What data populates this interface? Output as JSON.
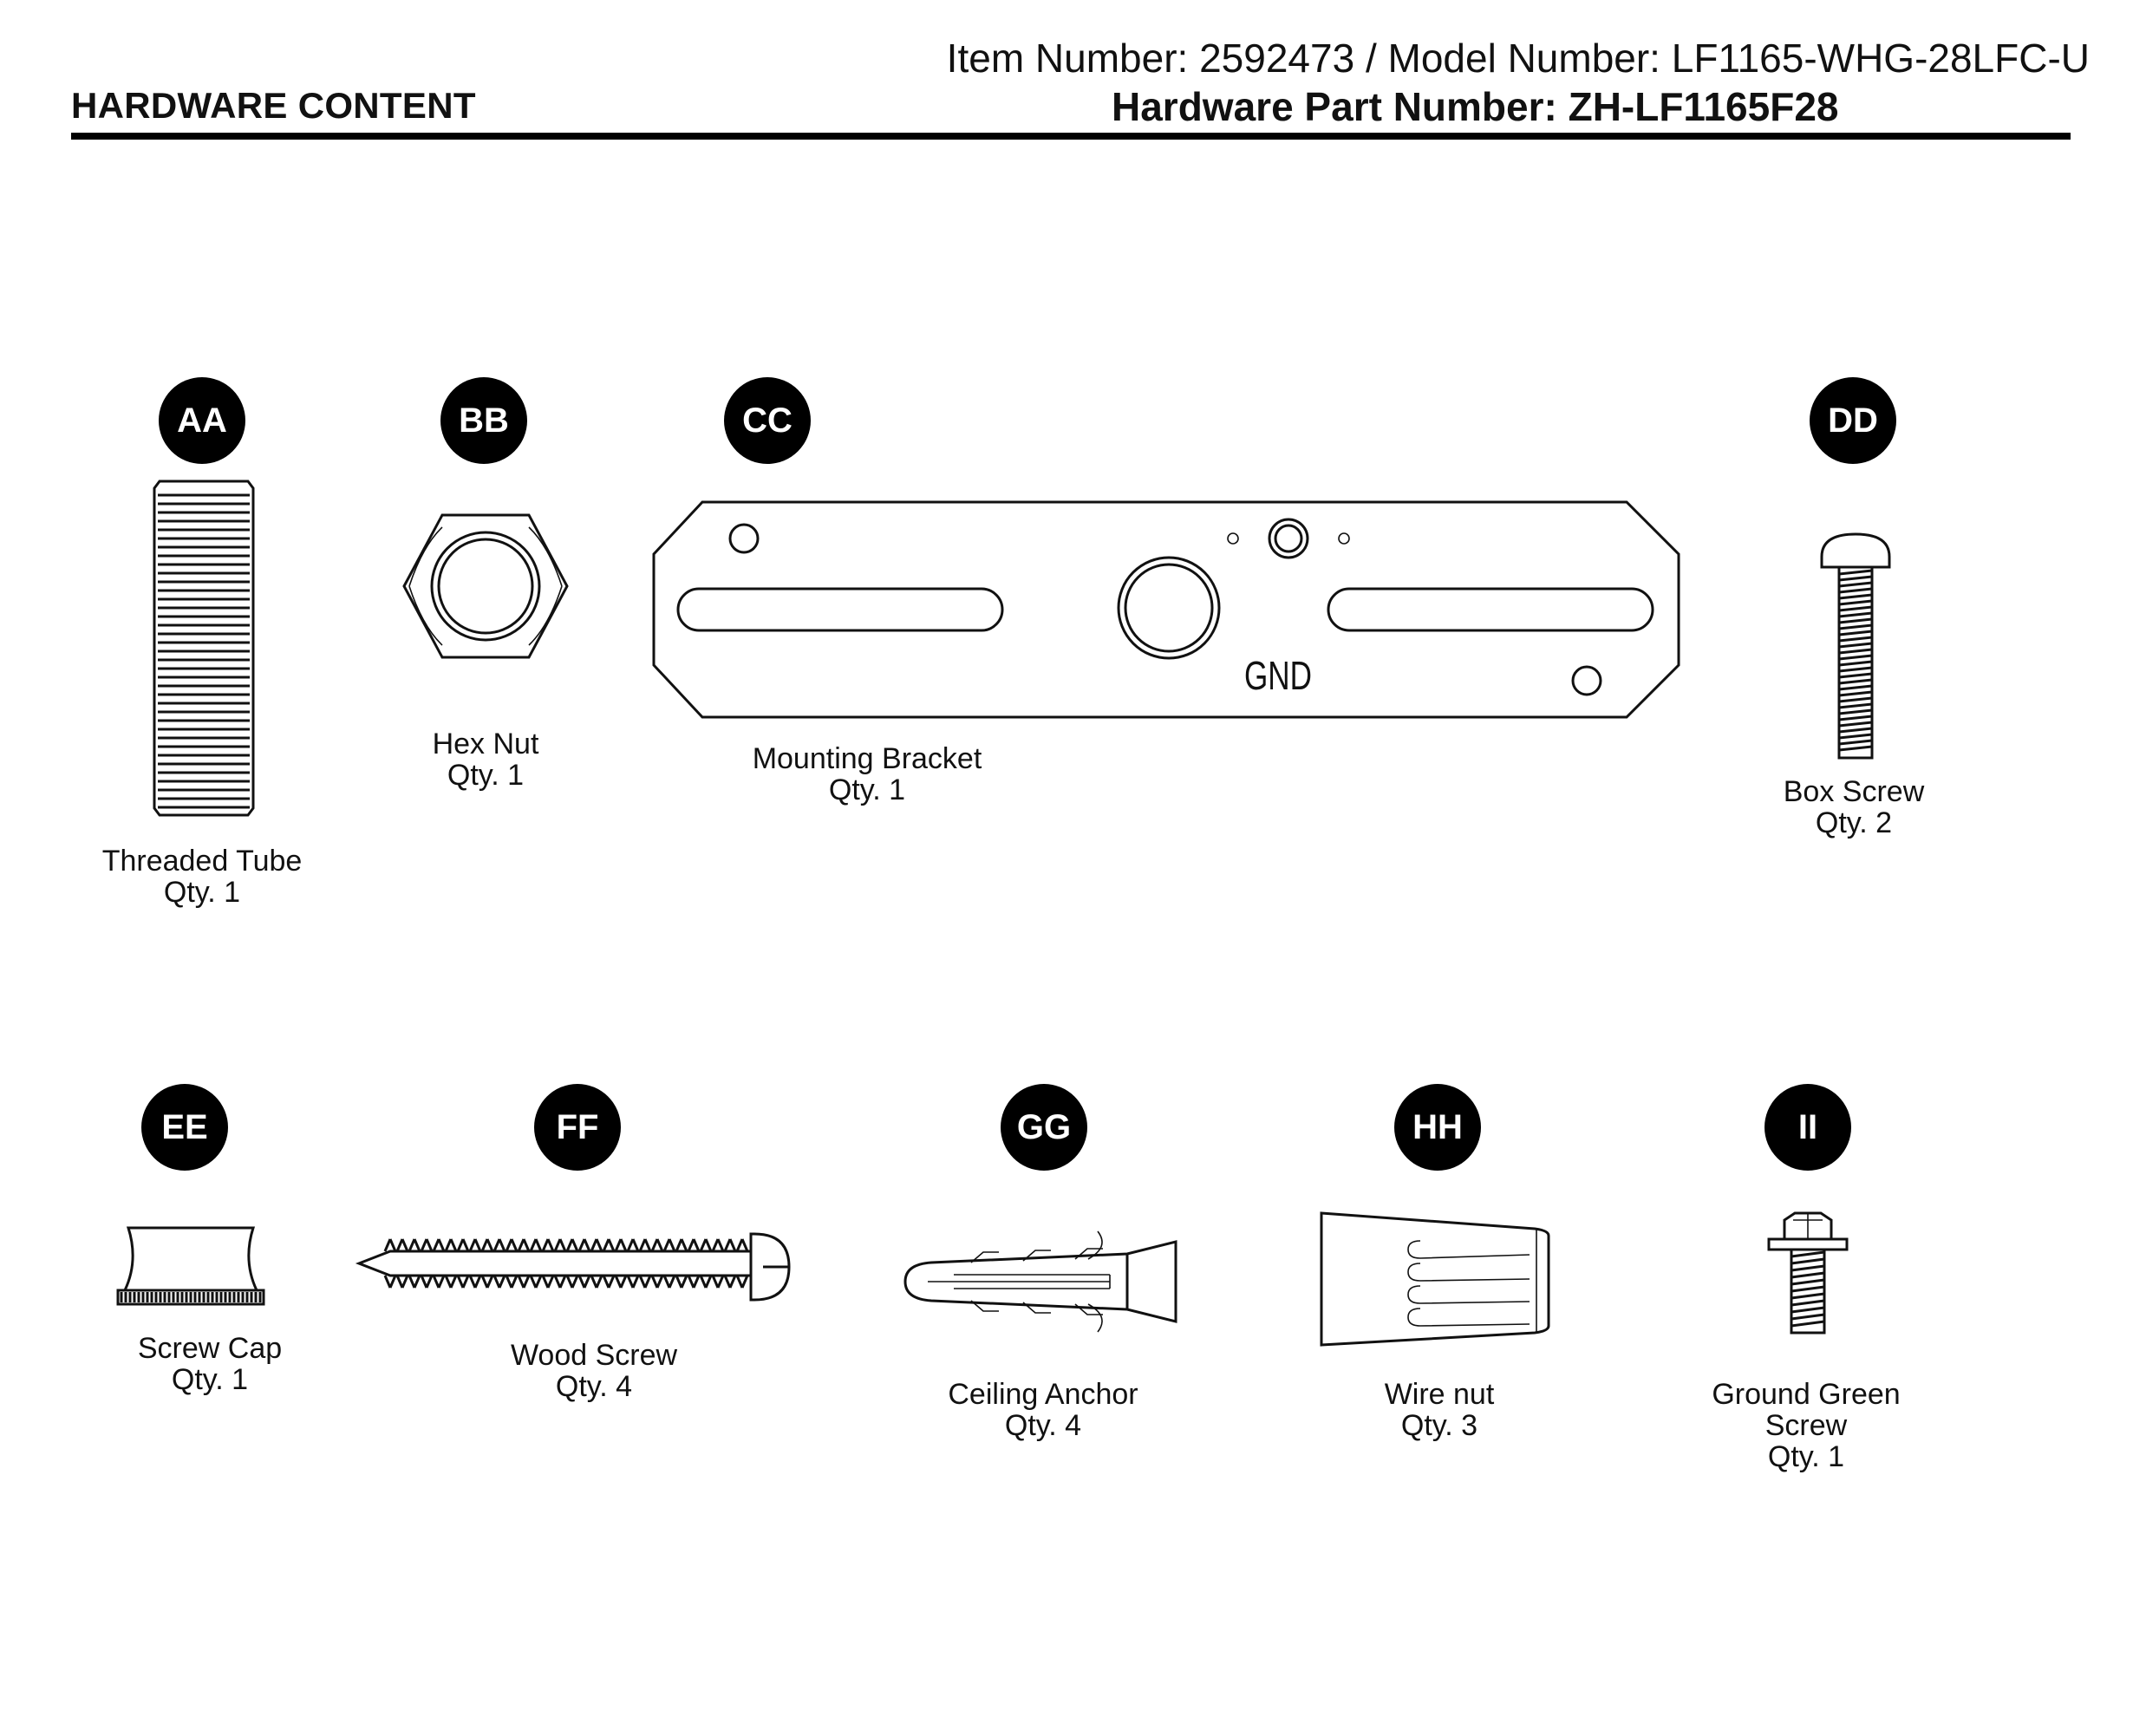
{
  "header": {
    "title": "HARDWARE CONTENT",
    "item_line": "Item Number: 2592473 / Model Number: LF1165-WHG-28LFC-U",
    "part_line": "Hardware Part Number: ZH-LF1165F28"
  },
  "parts": [
    {
      "id": "AA",
      "name": "Threaded Tube",
      "qty": "Qty. 1",
      "icon": "threaded-tube-icon"
    },
    {
      "id": "BB",
      "name": "Hex Nut",
      "qty": "Qty. 1",
      "icon": "hex-nut-icon"
    },
    {
      "id": "CC",
      "name": "Mounting Bracket",
      "qty": "Qty. 1",
      "icon": "mounting-bracket-icon",
      "marking": "GND"
    },
    {
      "id": "DD",
      "name": "Box Screw",
      "qty": "Qty. 2",
      "icon": "box-screw-icon"
    },
    {
      "id": "EE",
      "name": "Screw Cap",
      "qty": "Qty. 1",
      "icon": "screw-cap-icon"
    },
    {
      "id": "FF",
      "name": "Wood Screw",
      "qty": "Qty. 4",
      "icon": "wood-screw-icon"
    },
    {
      "id": "GG",
      "name": "Ceiling Anchor",
      "qty": "Qty. 4",
      "icon": "ceiling-anchor-icon"
    },
    {
      "id": "HH",
      "name": "Wire nut",
      "qty": "Qty. 3",
      "icon": "wire-nut-icon"
    },
    {
      "id": "II",
      "name": "Ground Green",
      "name2": "Screw",
      "qty": "Qty. 1",
      "icon": "ground-screw-icon"
    }
  ]
}
